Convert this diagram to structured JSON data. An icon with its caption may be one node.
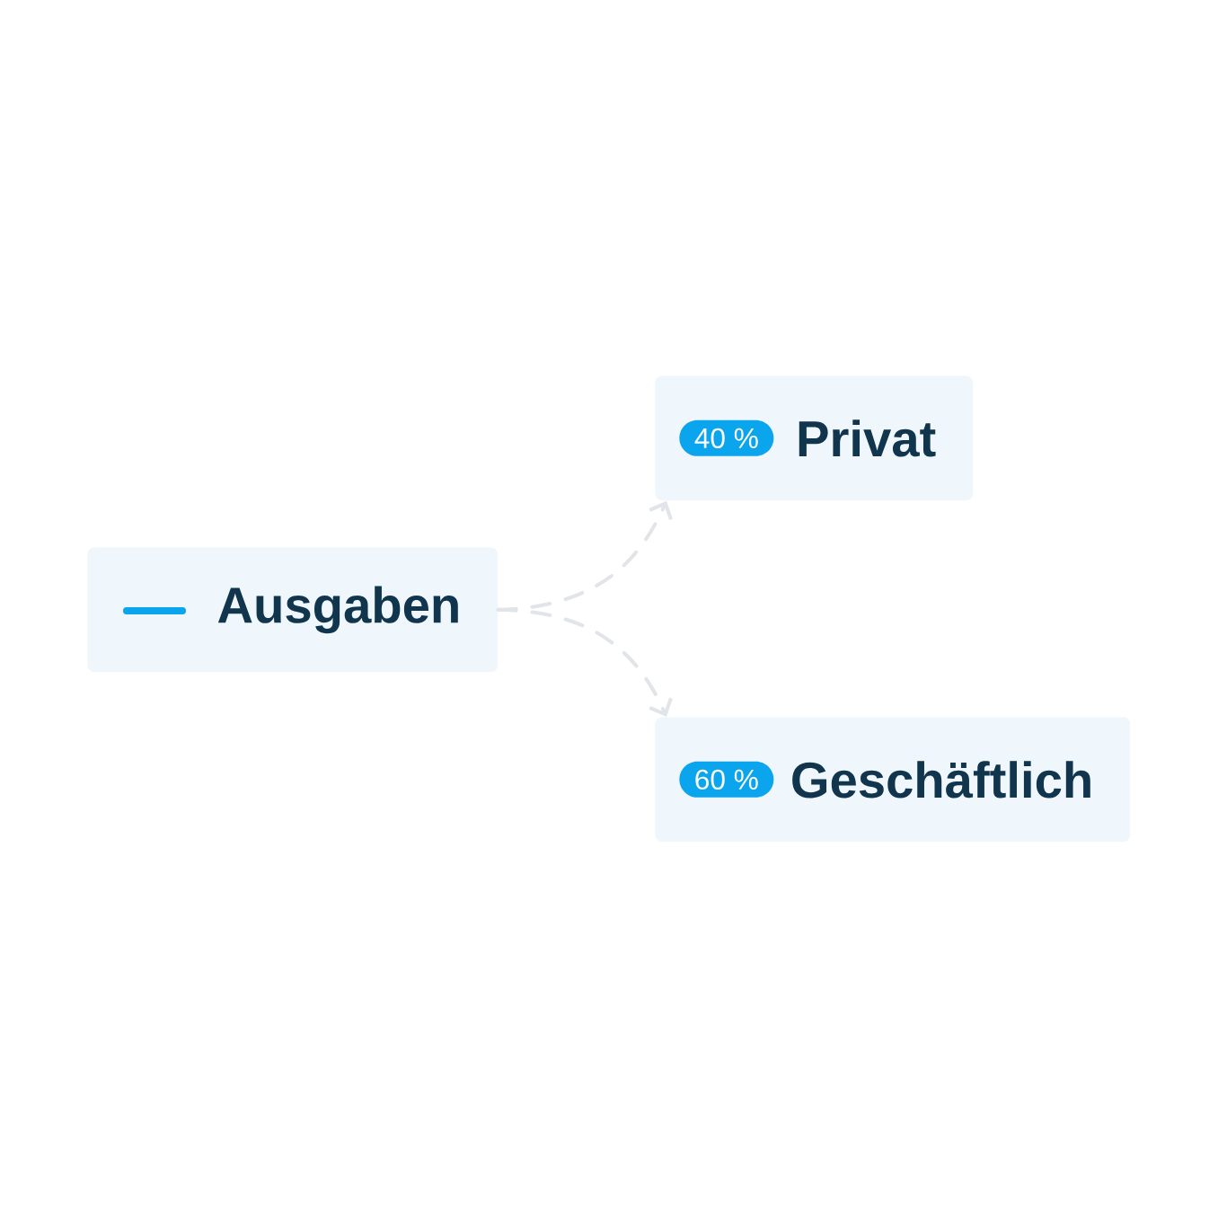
{
  "diagram": {
    "nodes": [
      {
        "text": [
          "Ausgaben"
        ]
      },
      {
        "text": [
          "Privat"
        ]
      },
      {
        "text": [
          "40 %"
        ],
        "in": 1
      },
      {
        "text": [
          "Geschäftlich"
        ]
      },
      {
        "text": [
          "60 %"
        ],
        "in": 3
      }
    ],
    "edges": [
      {
        "from": 0,
        "to": 1,
        "arrow": "to",
        "style": "dashed"
      },
      {
        "from": 0,
        "to": 3,
        "arrow": "to",
        "style": "dashed"
      }
    ]
  }
}
